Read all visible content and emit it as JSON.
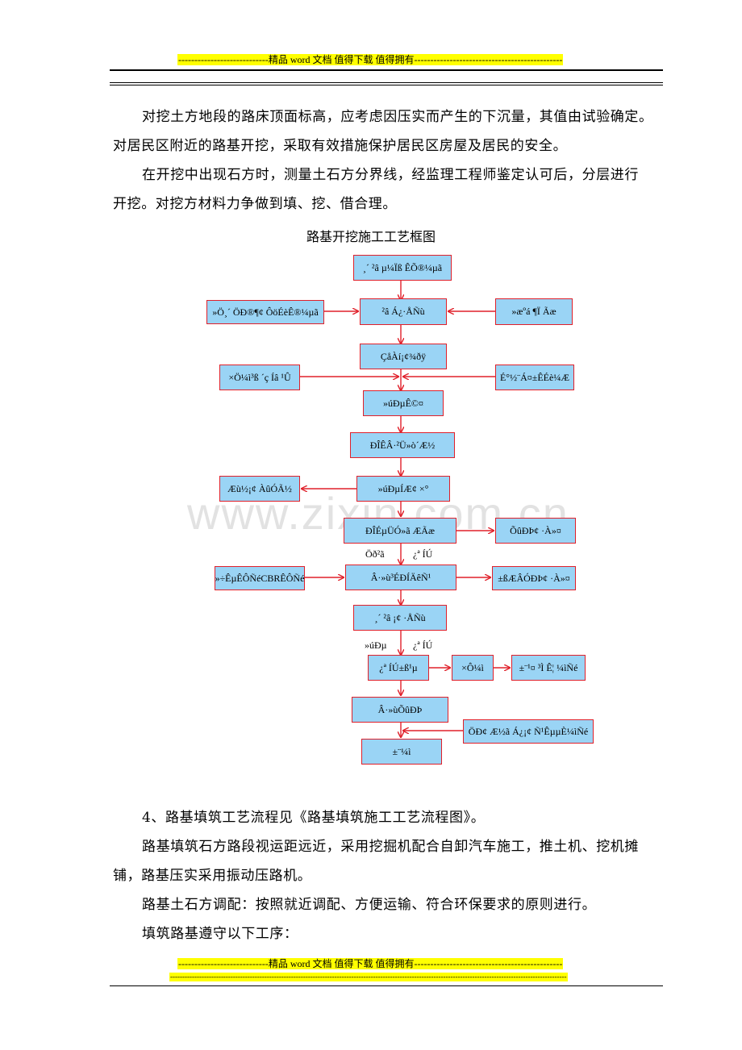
{
  "header": {
    "banner": "----------------------------精品 word 文档  值得下载  值得拥有----------------------------------------------"
  },
  "paragraphs": {
    "p1_line1": "对挖土方地段的路床顶面标高，应考虑因压实而产生的下沉量，其值由试验确定。",
    "p1_line2": "对居民区附近的路基开挖，采取有效措施保护居民区房屋及居民的安全。",
    "p2_line1": "在开挖中出现石方时，测量土石方分界线，经监理工程师鉴定认可后，分层进行",
    "p2_line2": "开挖。对挖方材料力争做到填、挖、借合理。"
  },
  "flowchart": {
    "title": "路基开挖施工工艺框图",
    "boxes": {
      "b1": "¸´ ²â µ¼Ïß ÊÕ®¼µã",
      "b2": "²â Á¿·ÅÑù",
      "b3": "»Ö¸´ ÖÐ®¶¢ ÔöÉèÊ®¼µã",
      "b4": "»æºá ¶Ï Ãæ",
      "b5": "ÇåÀí¡¢¾ðÿ",
      "b6": "×Ö¼ì³ß ´ç Íâ ¹Û",
      "b7": "É°½¨Á¤±ÊÉè¼Æ",
      "b8": "»úÐµÊ©¤",
      "b9": "ÐÎÊÂ·²Ü»ò´Æ½",
      "b10": "Æù½¡¢ ÀûÓÃ½",
      "b11": "»úÐµÍÆ¢ ×°",
      "b12": "ÐÎÉµÜÓ»ã ÆÃæ",
      "b13": "ÕûÐÞ¢ ·À»¤",
      "b14": "Â·»ù³ÉÐÍÄêÑ¹",
      "b15": "»÷ÊµÊÔÑéCBRÊÔÑé",
      "b16": "±ßÆÂÓÐÞ¢ ·À»¤",
      "b17": "¸´ ²â ¡¢ ·ÅÑù",
      "b18": "¿ª ÍÚ±ß¹µ",
      "b19": "×Ô¼ì",
      "b20": "±¨¹¤ ³Ì Ê¦ ¼ìÑé",
      "b21": "Â·»ùÕûÐÞ",
      "b22": "ÖÐ¢ Æ½ã Á¿¡¢ Ñ¹ÊµµÈ¼ìÑé",
      "b23": "±¨¼ì"
    },
    "labels": {
      "l1": "Öð²ã",
      "l2": "¿ª ÍÚ",
      "l3": "»úÐµ",
      "l4": "¿ª ÍÚ"
    },
    "colors": {
      "box_fill": "#9ad4f5",
      "box_border": "#e0202a",
      "arrow": "#e0202a"
    }
  },
  "watermark": "www.zixin.com.cn",
  "section4": {
    "heading": "4、路基填筑工艺流程见《路基填筑施工工艺流程图》。",
    "p1_line1": "路基填筑石方路段视运距远近，采用挖掘机配合自卸汽车施工，推土机、挖机摊",
    "p1_line2": "铺，路基压实采用振动压路机。",
    "p2": "路基土石方调配：按照就近调配、方便运输、符合环保要求的原则进行。",
    "p3": "填筑路基遵守以下工序："
  },
  "footer": {
    "banner": "----------------------------精品 word 文档  值得下载  值得拥有----------------------------------------------",
    "dashes": "--------------------------------------------------------------------------------------------------------------------------------------------------------------------"
  }
}
